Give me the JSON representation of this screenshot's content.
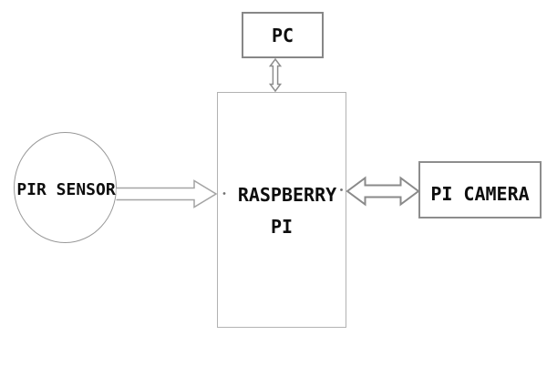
{
  "diagram": {
    "title": "Raspberry Pi surveillance block diagram",
    "background_color": "#ffffff",
    "text_color": "#0d0d0d",
    "box_line_color": "#8d8d8d",
    "arrow_line_color": "#9b9b9b",
    "nodes": {
      "pc": {
        "label": "PC",
        "shape": "rectangle"
      },
      "raspberry_pi": {
        "label_line1": "RASPBERRY",
        "label_line2": "PI",
        "shape": "rectangle"
      },
      "pir_sensor": {
        "label": "PIR SENSOR",
        "shape": "ellipse"
      },
      "pi_camera": {
        "label": "PI CAMERA",
        "shape": "rectangle"
      }
    },
    "connections": [
      {
        "from": "pc",
        "to": "raspberry_pi",
        "type": "double-headed-arrow",
        "orientation": "vertical"
      },
      {
        "from": "pir_sensor",
        "to": "raspberry_pi",
        "type": "single-headed-arrow",
        "orientation": "horizontal"
      },
      {
        "from": "raspberry_pi",
        "to": "pi_camera",
        "type": "double-headed-arrow",
        "orientation": "horizontal"
      }
    ]
  }
}
